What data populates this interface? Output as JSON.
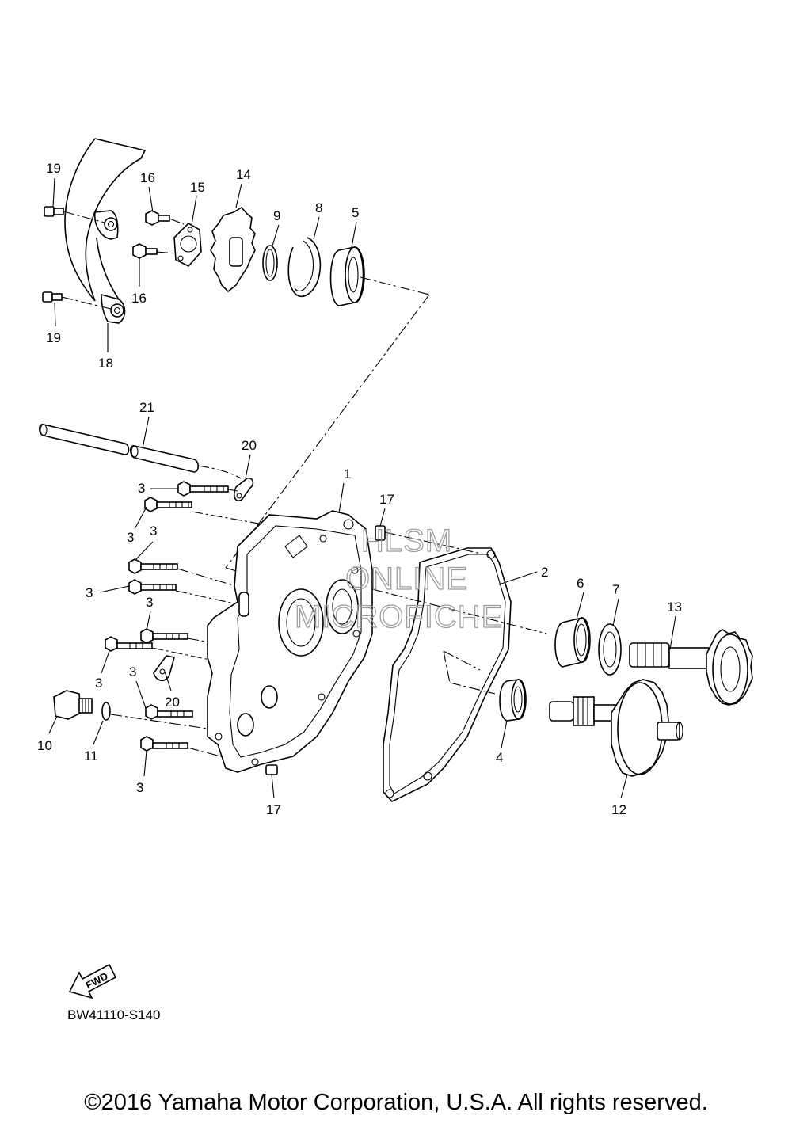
{
  "diagram": {
    "code": "BW41110-S140",
    "fwd_label": "FWD",
    "watermark": [
      "HLSM",
      "ONLINE",
      "MICROFICHE"
    ],
    "copyright": "©2016 Yamaha Motor Corporation, U.S.A. All rights reserved.",
    "callouts": [
      "1",
      "2",
      "3",
      "3",
      "3",
      "3",
      "3",
      "3",
      "3",
      "3",
      "4",
      "5",
      "6",
      "7",
      "8",
      "9",
      "10",
      "11",
      "12",
      "13",
      "14",
      "15",
      "16",
      "16",
      "17",
      "17",
      "18",
      "19",
      "19",
      "20",
      "20",
      "21"
    ]
  }
}
